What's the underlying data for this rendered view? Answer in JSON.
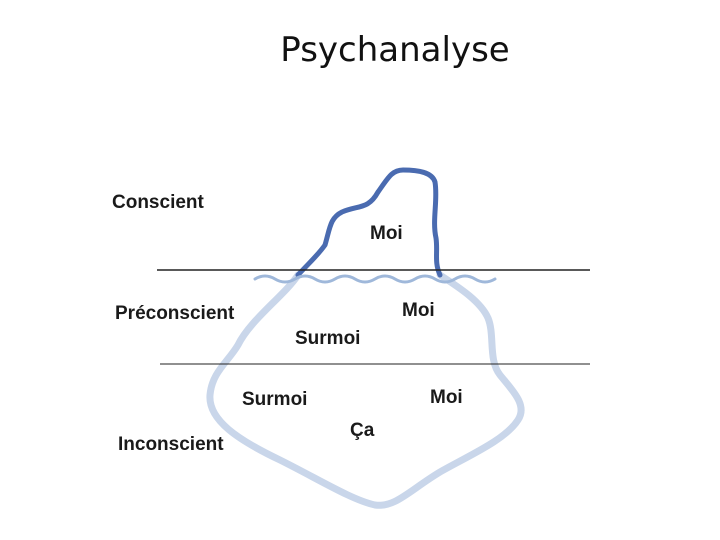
{
  "title": "Psychanalyse",
  "colors": {
    "outline_dark": "#4a6bb0",
    "outline_light": "#c9d6ea",
    "water": "#9fb8da",
    "line": "#222222"
  },
  "levels": {
    "conscient": "Conscient",
    "preconscient": "Préconscient",
    "inconscient": "Inconscient"
  },
  "parts": {
    "moi_top": "Moi",
    "moi_middle": "Moi",
    "surmoi_middle": "Surmoi",
    "surmoi_lower": "Surmoi",
    "moi_lower": "Moi",
    "ca": "Ça"
  }
}
